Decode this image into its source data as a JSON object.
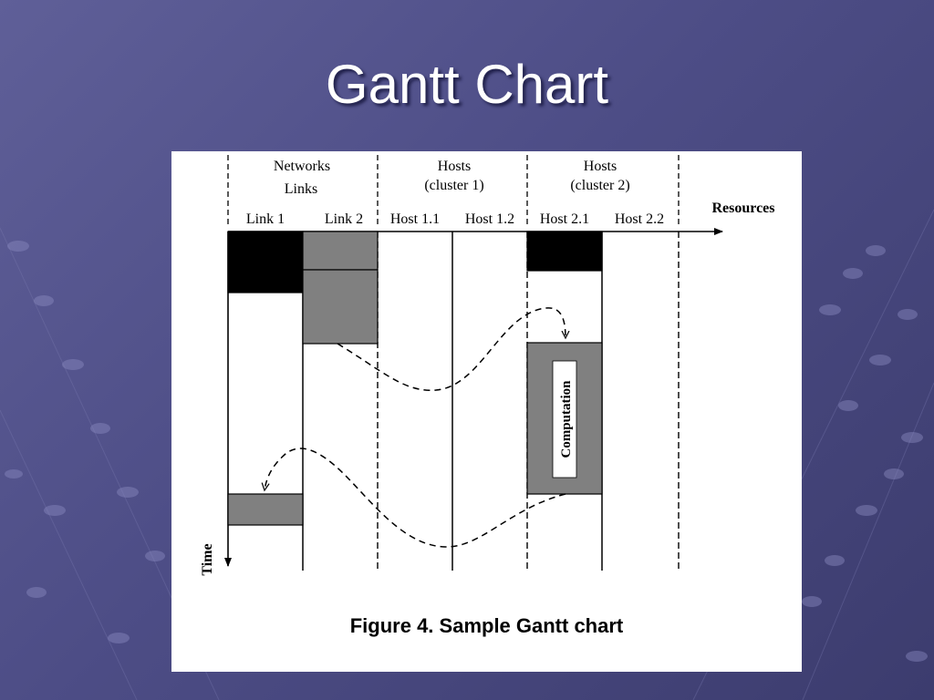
{
  "slide": {
    "title": "Gantt Chart"
  },
  "figure": {
    "caption": "Figure 4. Sample Gantt chart",
    "group_headers": [
      {
        "line1": "Networks",
        "line2": "Links"
      },
      {
        "line1": "Hosts",
        "line2": "(cluster 1)"
      },
      {
        "line1": "Hosts",
        "line2": "(cluster 2)"
      }
    ],
    "resources": [
      "Link 1",
      "Link 2",
      "Host 1.1",
      "Host 1.2",
      "Host 2.1",
      "Host 2.2"
    ],
    "x_axis_label": "Resources",
    "y_axis_label": "Time",
    "computation_label": "Computation"
  },
  "colors": {
    "dark_block": "#000000",
    "gray_block": "#808080",
    "background_top": "#5f5f98",
    "background_bottom": "#3c3c6e"
  }
}
